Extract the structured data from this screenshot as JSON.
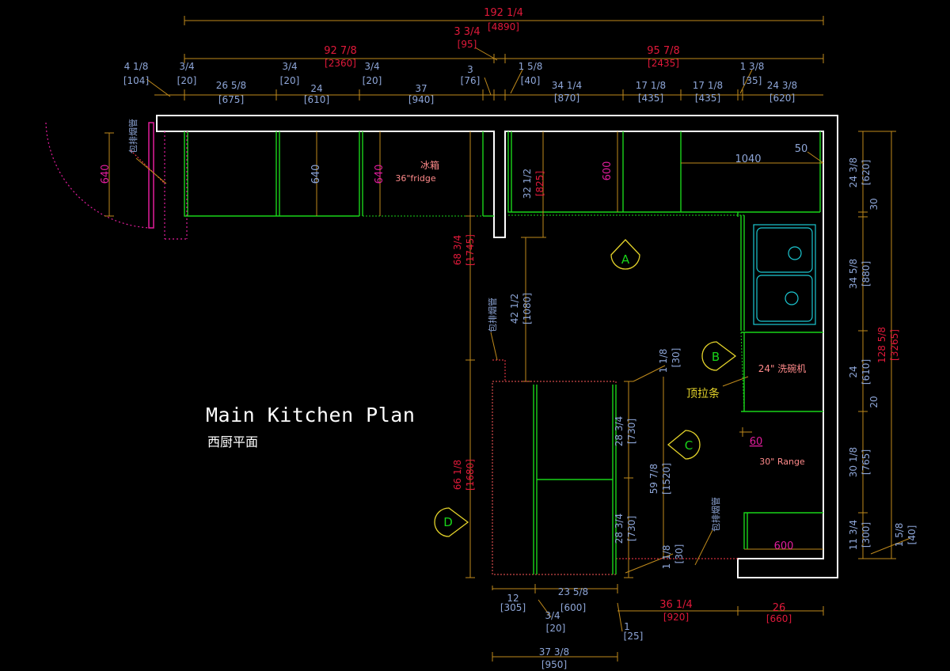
{
  "plan": {
    "title": "Main Kitchen Plan",
    "subtitle": "西厨平面"
  },
  "colors": {
    "background": "#000000",
    "wall": "#ffffff",
    "cabinet": "#19d419",
    "dimension_line": "#c08a1c",
    "dimension_imperial": "#8ea6d8",
    "dimension_metric": "#e0193a",
    "magenta": "#e21d9c",
    "marker": "#e4d32a",
    "marker_letter": "#19d419",
    "sink": "#1cc8d2",
    "appliance_label": "#ff8a8a"
  },
  "markers": [
    "A",
    "B",
    "C",
    "D"
  ],
  "labels": {
    "fridge_cn": "冰箱",
    "fridge_en": "36\"fridge",
    "dishwasher": "24\" 洗碗机",
    "pull_strip": "顶拉条",
    "range": "30\" Range",
    "vent_label": "包排烟管",
    "cab_width_1040": "1040",
    "gap_50": "50",
    "cab_600_top": "600",
    "cab_640_a": "640",
    "cab_640_b": "640",
    "cab_640_c": "640",
    "cab_60": "60",
    "cab_600_bottom": "600"
  },
  "top_dimensions": {
    "overall": {
      "imperial": "192 1/4",
      "metric": "[4890]"
    },
    "left_run": {
      "imperial": "92 7/8",
      "metric": "[2360]"
    },
    "gap": {
      "imperial": "3 3/4",
      "metric": "[95]"
    },
    "right_run": {
      "imperial": "95 7/8",
      "metric": "[2435]"
    },
    "segments": [
      {
        "imperial": "4 1/8",
        "metric": "[104]"
      },
      {
        "imperial": "3/4",
        "metric": "[20]"
      },
      {
        "imperial": "26 5/8",
        "metric": "[675]"
      },
      {
        "imperial": "3/4",
        "metric": "[20]"
      },
      {
        "imperial": "24",
        "metric": "[610]"
      },
      {
        "imperial": "3/4",
        "metric": "[20]"
      },
      {
        "imperial": "37",
        "metric": "[940]"
      },
      {
        "imperial": "3",
        "metric": "[76]"
      },
      {
        "imperial": "1 5/8",
        "metric": "[40]"
      },
      {
        "imperial": "34 1/4",
        "metric": "[870]"
      },
      {
        "imperial": "17 1/8",
        "metric": "[435]"
      },
      {
        "imperial": "17 1/8",
        "metric": "[435]"
      },
      {
        "imperial": "1 3/8",
        "metric": "[35]"
      },
      {
        "imperial": "24 3/8",
        "metric": "[620]"
      }
    ]
  },
  "right_dimensions": {
    "overall": {
      "imperial": "128 5/8",
      "metric": "[3265]"
    },
    "segments": [
      {
        "imperial": "24 3/8",
        "metric": "[620]"
      },
      {
        "imperial": "30",
        "metric": ""
      },
      {
        "imperial": "34 5/8",
        "metric": "[880]"
      },
      {
        "imperial": "24",
        "metric": "[610]"
      },
      {
        "imperial": "20",
        "metric": ""
      },
      {
        "imperial": "30 1/8",
        "metric": "[765]"
      },
      {
        "imperial": "11 3/4",
        "metric": "[300]"
      },
      {
        "imperial": "1 5/8",
        "metric": "[40]"
      }
    ]
  },
  "interior_dimensions": {
    "fridge_depth": {
      "imperial": "32 1/2",
      "metric": "[825]"
    },
    "left_vertical": {
      "imperial": "68 3/4",
      "metric": "[1745]"
    },
    "aisle": {
      "imperial": "42 1/2",
      "metric": "[1080]"
    },
    "island_total": {
      "imperial": "66 1/8",
      "metric": "[1680]"
    },
    "island_top": {
      "imperial": "28 3/4",
      "metric": "[730]"
    },
    "island_mid": {
      "imperial": "59 7/8",
      "metric": "[1520]"
    },
    "island_bottom": {
      "imperial": "28 3/4",
      "metric": "[730]"
    },
    "small_top": {
      "imperial": "1 1/8",
      "metric": "[30]"
    },
    "small_bottom": {
      "imperial": "1 1/8",
      "metric": "[30]"
    }
  },
  "bottom_dimensions": {
    "segments": [
      {
        "imperial": "12",
        "metric": "[305]"
      },
      {
        "imperial": "23 5/8",
        "metric": "[600]"
      },
      {
        "imperial": "36 1/4",
        "metric": "[920]"
      },
      {
        "imperial": "26",
        "metric": "[660]"
      }
    ],
    "small_a": {
      "imperial": "3/4",
      "metric": "[20]"
    },
    "small_b": {
      "imperial": "1",
      "metric": "[25]"
    },
    "overall": {
      "imperial": "37 3/8",
      "metric": "[950]"
    }
  }
}
